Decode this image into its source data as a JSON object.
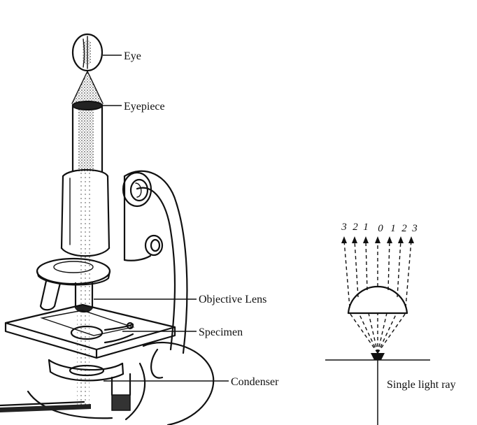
{
  "labels": {
    "eye": "Eye",
    "eyepiece": "Eyepiece",
    "objective_lens": "Objective Lens",
    "specimen": "Specimen",
    "condenser": "Condenser",
    "single_light_ray": "Single light ray"
  },
  "ray_numbers": [
    "3",
    "2",
    "1",
    "0",
    "1",
    "2",
    "3"
  ]
}
